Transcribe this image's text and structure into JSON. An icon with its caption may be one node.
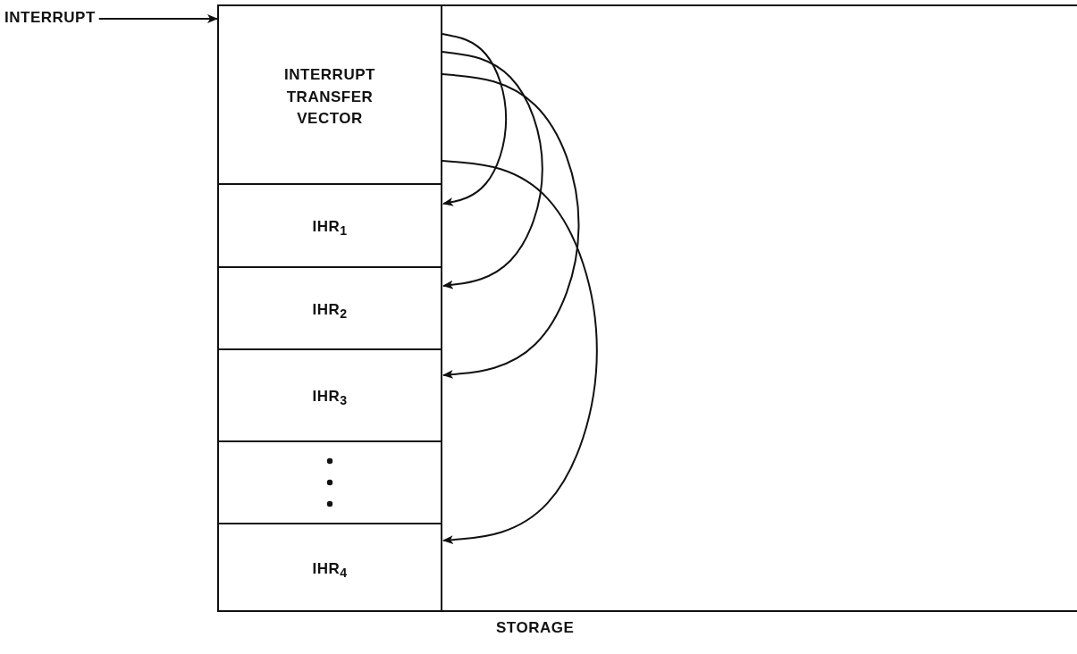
{
  "diagram": {
    "nodes": [
      {
        "text": [
          "INTERRUPT"
        ]
      },
      {
        "text": [
          "STORAGE"
        ]
      },
      {
        "text": [
          "INTERRUPT TRANSFER VECTOR"
        ],
        "in": 1
      },
      {
        "text": [
          "IHR$_{1}$"
        ],
        "in": 1
      },
      {
        "text": [
          "IHR$_{2}$"
        ],
        "in": 1
      },
      {
        "text": [
          "IHR$_{3}$"
        ],
        "in": 1
      },
      {
        "text": [],
        "shape": "box",
        "in": 1
      },
      {
        "text": [
          "IHR$_{4}$"
        ],
        "in": 1
      }
    ],
    "edges": [
      {
        "from": 0,
        "to": 2,
        "arrow": "to"
      },
      {
        "from": 2,
        "to": 3,
        "arrow": "to"
      },
      {
        "from": 2,
        "to": 4,
        "arrow": "to"
      },
      {
        "from": 2,
        "to": 5,
        "arrow": "to"
      },
      {
        "from": 2,
        "to": 7,
        "arrow": "to"
      }
    ]
  }
}
